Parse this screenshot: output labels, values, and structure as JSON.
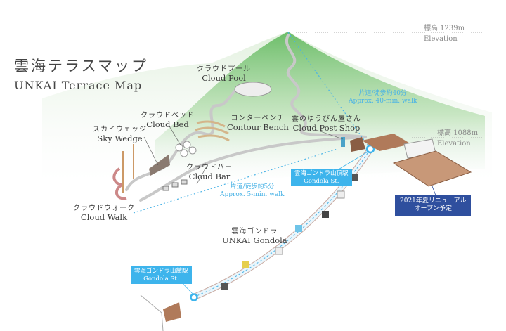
{
  "map": {
    "title_jp": "雲海テラスマップ",
    "title_en": "UNKAI Terrace Map",
    "spots": [
      {
        "jp": "クラウドプール",
        "en": "Cloud Pool"
      },
      {
        "jp": "クラウドベッド",
        "en": "Cloud Bed"
      },
      {
        "jp": "コンターベンチ",
        "en": "Contour Bench"
      },
      {
        "jp": "スカイウェッジ",
        "en": "Sky Wedge"
      },
      {
        "jp": "雲のゆうびん屋さん",
        "en": "Cloud Post Shop"
      },
      {
        "jp": "クラウドバー",
        "en": "Cloud Bar"
      },
      {
        "jp": "クラウドウォーク",
        "en": "Cloud Walk"
      },
      {
        "jp": "雲海ゴンドラ",
        "en": "UNKAI Gondola"
      }
    ],
    "walks": [
      {
        "jp": "片道/徒歩約40分",
        "en": "Approx. 40-min. walk"
      },
      {
        "jp": "片道/徒歩約5分",
        "en": "Approx. 5-min. walk"
      }
    ],
    "elevations": [
      {
        "jp": "標高 1239m",
        "en": "Elevation"
      },
      {
        "jp": "標高 1088m",
        "en": "Elevation"
      }
    ],
    "stations": [
      {
        "jp": "雲海ゴンドラ山頂駅",
        "en": "Gondola St."
      },
      {
        "jp": "雲海ゴンドラ山麓駅",
        "en": "Gondola St."
      }
    ],
    "renewal": {
      "line1": "2021年夏リニューアル",
      "line2": "オープン予定"
    }
  },
  "colors": {
    "walk": "#4ab3e6",
    "station": "#3db4ec",
    "renewal": "#2f4f9e",
    "mountain": "#6fbf6a"
  }
}
